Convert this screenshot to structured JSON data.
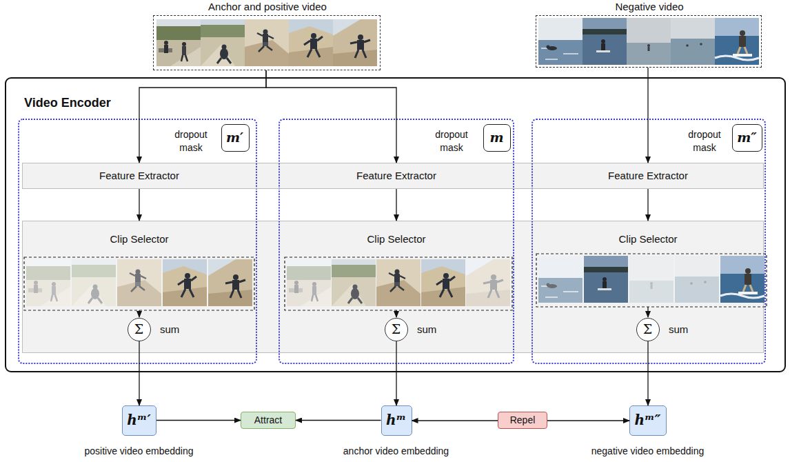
{
  "diagram": {
    "nodes": [
      {
        "text": [
          "Anchor and positive video"
        ]
      },
      {
        "text": [
          "Negative video"
        ]
      },
      {
        "text": [
          "Video Encoder"
        ]
      },
      {
        "text": [
          "dropout mask"
        ],
        "in": 2
      },
      {
        "text": [
          "m′"
        ],
        "in": 3
      },
      {
        "text": [
          "dropout mask"
        ],
        "in": 2
      },
      {
        "text": [
          "m"
        ],
        "in": 5
      },
      {
        "text": [
          "dropout mask"
        ],
        "in": 2
      },
      {
        "text": [
          "m″"
        ],
        "in": 7
      },
      {
        "text": [
          "Feature Extractor",
          "Feature Extractor",
          "Feature Extractor"
        ],
        "in": 2
      },
      {
        "text": [
          "Clip Selector",
          "Clip Selector",
          "Clip Selector"
        ],
        "in": 2
      },
      {
        "text": [
          "Σ",
          "sum"
        ],
        "in": 10
      },
      {
        "text": [
          "Σ",
          "sum"
        ],
        "in": 10
      },
      {
        "text": [
          "Σ",
          "sum"
        ],
        "in": 10
      },
      {
        "text": [
          "hᵐ′",
          "positive video embedding"
        ]
      },
      {
        "text": [
          "Attract"
        ]
      },
      {
        "text": [
          "hᵐ",
          "anchor video embedding"
        ]
      },
      {
        "text": [
          "Repel"
        ]
      },
      {
        "text": [
          "hᵐ″",
          "negative video embedding"
        ]
      }
    ],
    "edges": [
      {
        "from": 0,
        "to": 9,
        "arrow": "to"
      },
      {
        "from": 0,
        "to": 9,
        "arrow": "to"
      },
      {
        "from": 1,
        "to": 9,
        "arrow": "to"
      },
      {
        "from": 9,
        "to": 10,
        "arrow": "to"
      },
      {
        "from": 9,
        "to": 10,
        "arrow": "to"
      },
      {
        "from": 9,
        "to": 10,
        "arrow": "to"
      },
      {
        "from": 11,
        "to": 14,
        "arrow": "to"
      },
      {
        "from": 12,
        "to": 16,
        "arrow": "to"
      },
      {
        "from": 13,
        "to": 18,
        "arrow": "to"
      },
      {
        "from": 14,
        "to": 15,
        "arrow": "to"
      },
      {
        "from": 16,
        "to": 15,
        "arrow": "to"
      },
      {
        "from": 17,
        "to": 16,
        "arrow": "to"
      },
      {
        "from": 17,
        "to": 18,
        "arrow": "to"
      }
    ]
  }
}
